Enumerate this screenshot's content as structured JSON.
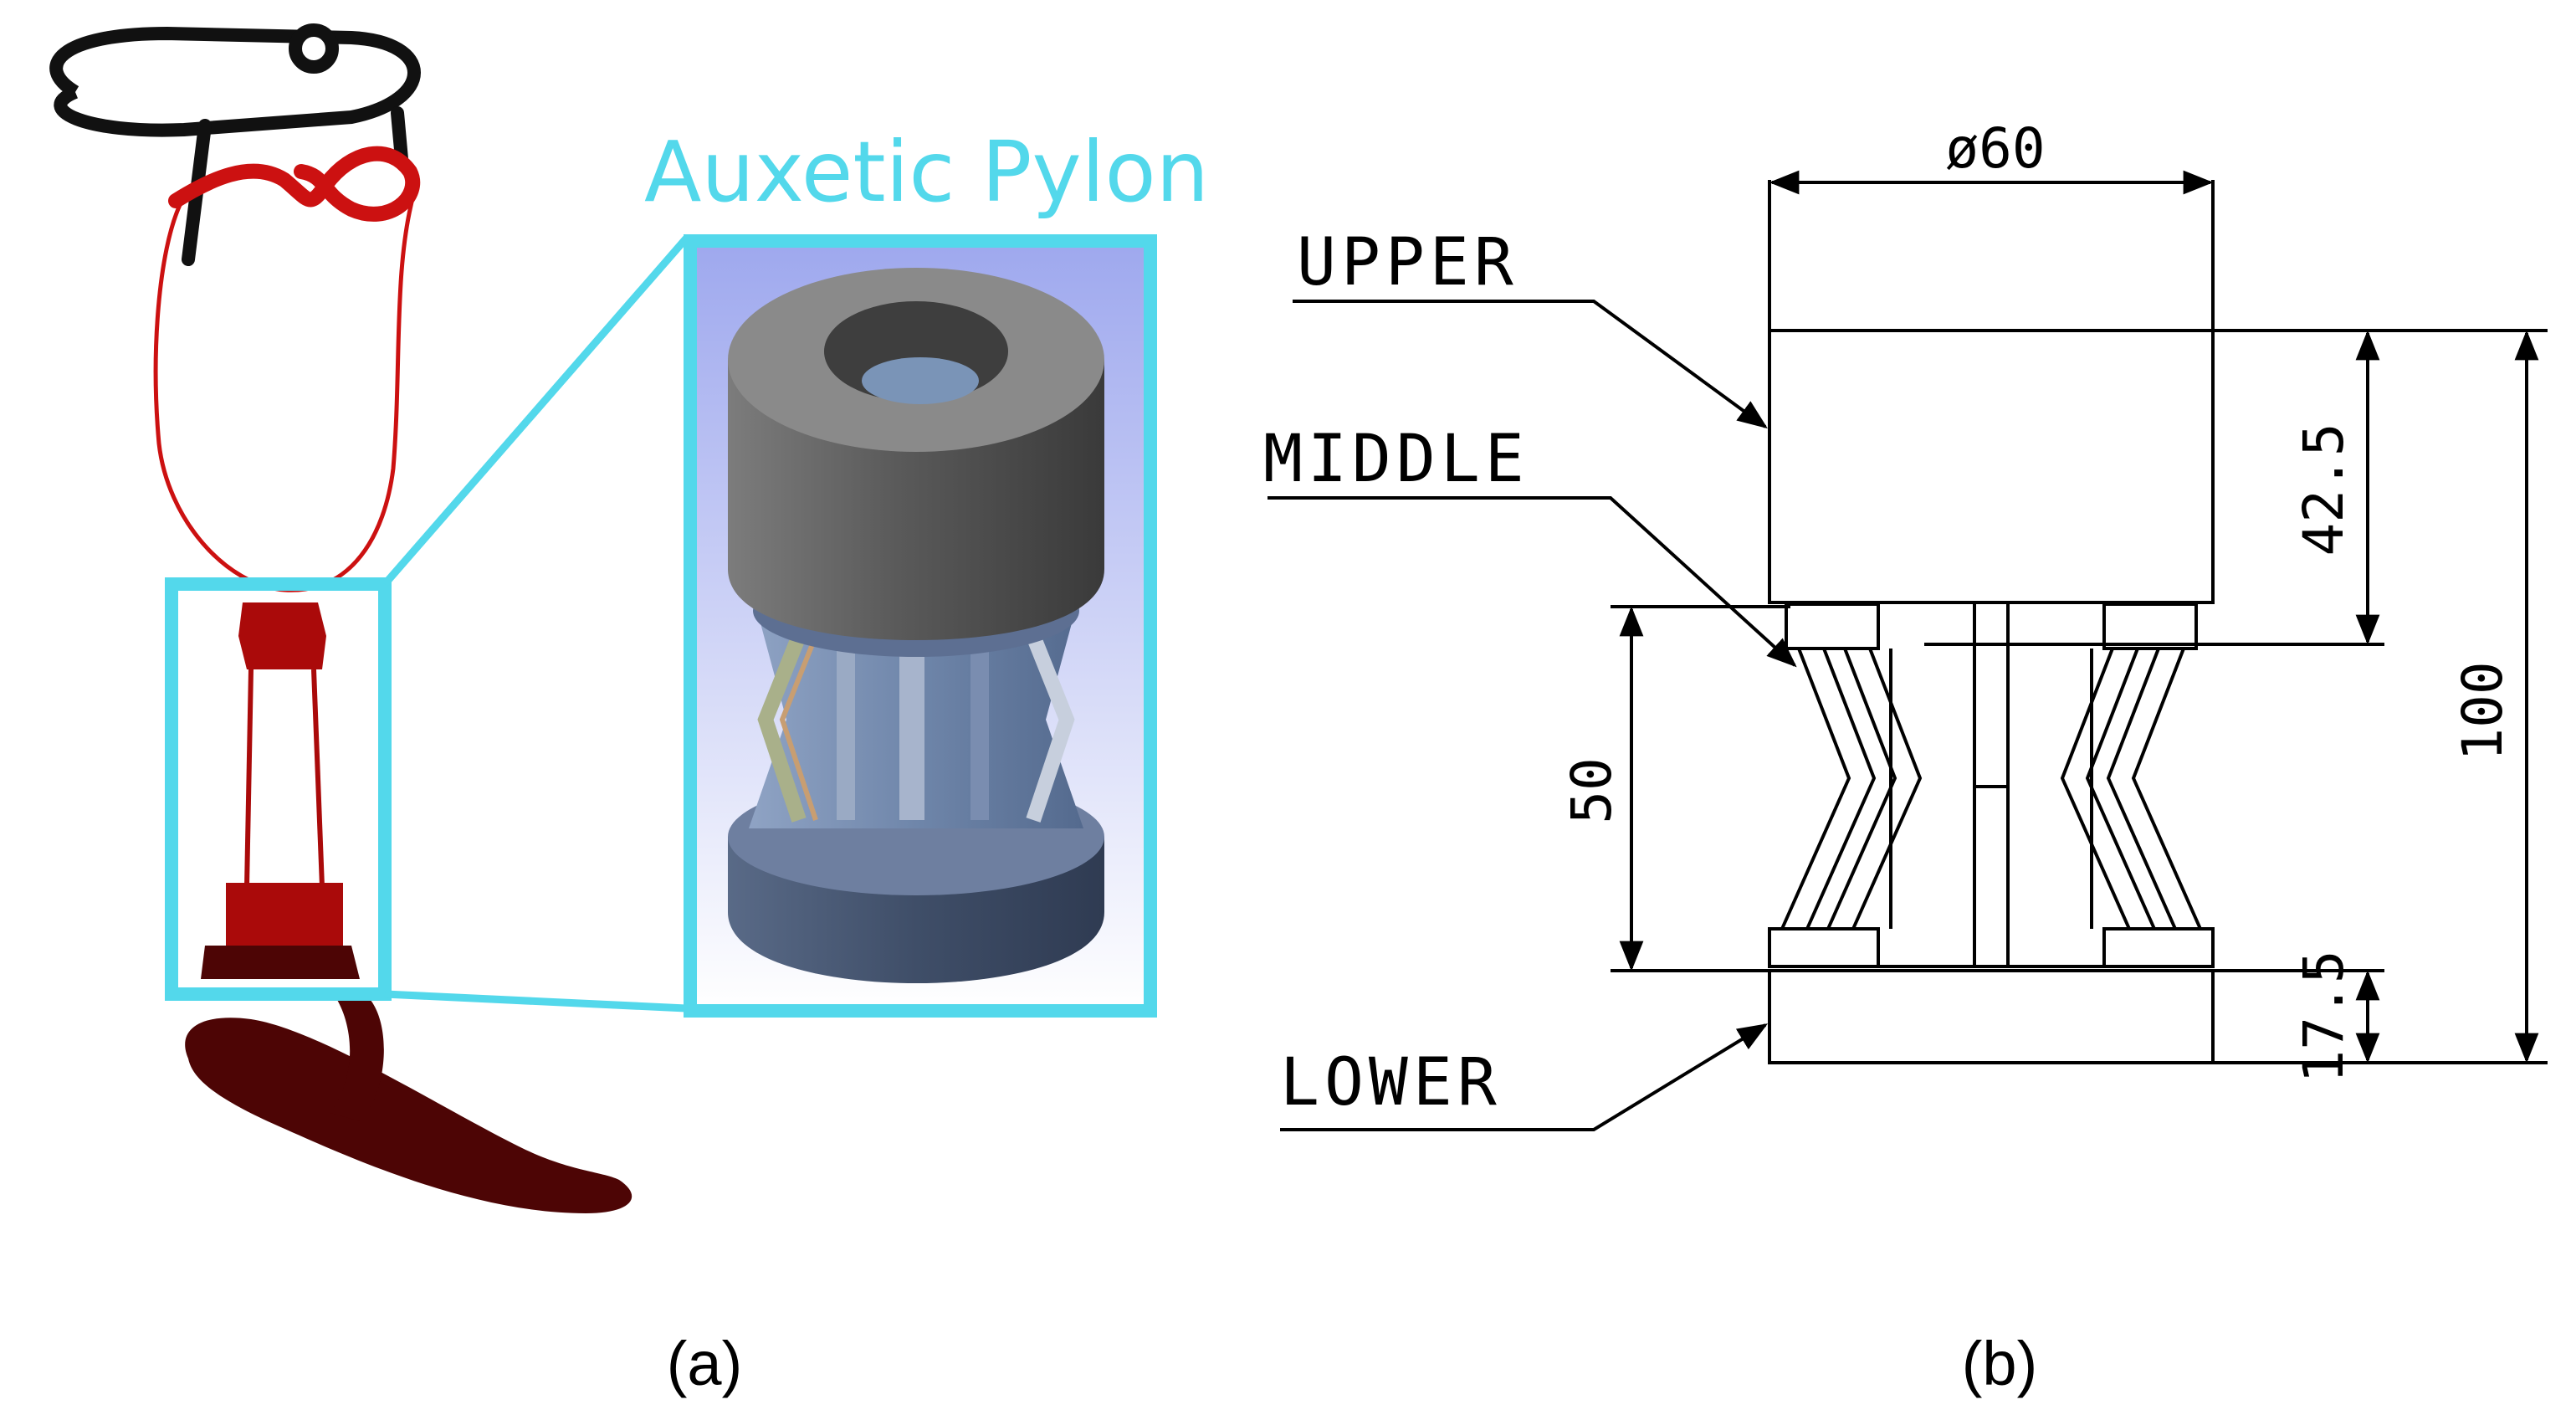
{
  "panel_a": {
    "label": "(a)",
    "callout_title": "Auxetic Pylon",
    "colors": {
      "callout": "#53d8eb",
      "socket": "#cc1111",
      "pylon": "#aa0a0a",
      "foot": "#4d0505",
      "harness": "#111111"
    }
  },
  "panel_b": {
    "label": "(b)",
    "part_labels": {
      "upper": "UPPER",
      "middle": "MIDDLE",
      "lower": "LOWER"
    },
    "dimensions": {
      "diameter": "ø60",
      "upper_height": "42.5",
      "middle_height": "50",
      "lower_height": "17.5",
      "total_height": "100"
    }
  }
}
